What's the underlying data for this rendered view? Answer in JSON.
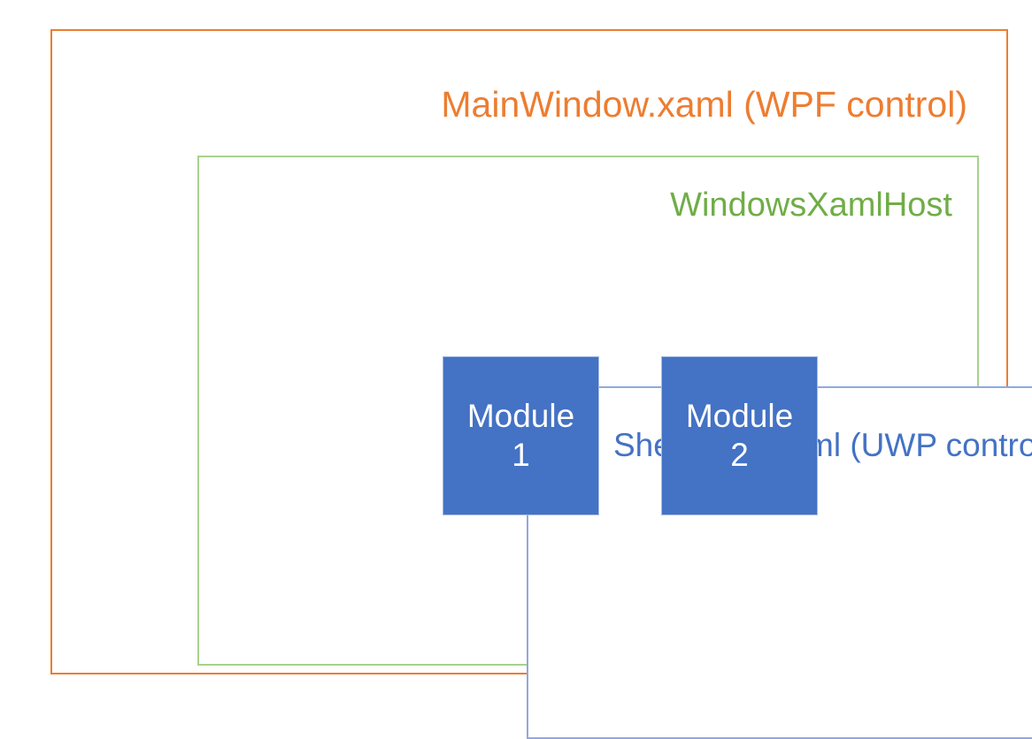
{
  "diagram": {
    "type": "nested-boxes",
    "description": "Nested XAML hosting architecture: WPF MainWindow contains WindowsXamlHost which contains a UWP ShellPage hosting two module tiles.",
    "layers": [
      {
        "id": "wpf-window",
        "label": "MainWindow.xaml (WPF control)",
        "color": "#ED7D31",
        "label_align": "right"
      },
      {
        "id": "xaml-host",
        "label": "WindowsXamlHost",
        "color": "#70AD47",
        "border_color": "#A9D18E",
        "label_align": "right"
      },
      {
        "id": "shell-page",
        "label": "ShellPage.xaml (UWP control)",
        "color": "#4472C4",
        "border_color": "#8FAADC",
        "label_align": "right"
      }
    ],
    "modules": [
      {
        "id": "module-1",
        "line1": "Module",
        "line2": "1",
        "fill": "#4472C4",
        "text_color": "#FFFFFF"
      },
      {
        "id": "module-2",
        "line1": "Module",
        "line2": "2",
        "fill": "#4472C4",
        "text_color": "#FFFFFF"
      }
    ],
    "background": "#FFFFFF"
  }
}
